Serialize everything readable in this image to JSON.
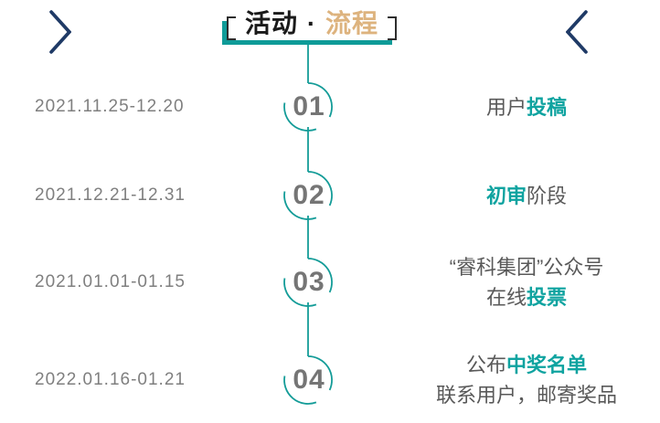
{
  "page": {
    "background": "#ffffff"
  },
  "nav": {
    "left_icon": "chevron-right-icon",
    "right_icon": "chevron-left-icon"
  },
  "title": {
    "part1": "活动",
    "separator": " · ",
    "part2": "流程"
  },
  "colors": {
    "teal_accent": "#0F9B98",
    "teal_line": "#149C98",
    "teal_highlight_text": "#0FA3A0",
    "tan_title_text": "#DDB37E",
    "navy_chevron": "#1F3A66",
    "gray_date_text": "#7F7F7F",
    "gray_number_text": "#757575",
    "dark_body_text": "#595959",
    "title_text": "#1A1A1A"
  },
  "steps": [
    {
      "number": "01",
      "date": "2021.11.25-12.20",
      "lines": [
        [
          {
            "text": "用户",
            "highlight": false
          },
          {
            "text": "投稿",
            "highlight": true
          }
        ]
      ]
    },
    {
      "number": "02",
      "date": "2021.12.21-12.31",
      "lines": [
        [
          {
            "text": "初审",
            "highlight": true
          },
          {
            "text": "阶段",
            "highlight": false
          }
        ]
      ]
    },
    {
      "number": "03",
      "date": "2021.01.01-01.15",
      "lines": [
        [
          {
            "text": "“睿科集团”公众号",
            "highlight": false
          }
        ],
        [
          {
            "text": "在线",
            "highlight": false
          },
          {
            "text": "投票",
            "highlight": true
          }
        ]
      ]
    },
    {
      "number": "04",
      "date": "2022.01.16-01.21",
      "lines": [
        [
          {
            "text": "公布",
            "highlight": false
          },
          {
            "text": "中奖名单",
            "highlight": true
          }
        ],
        [
          {
            "text": "联系用户，邮寄奖品",
            "highlight": false
          }
        ]
      ]
    }
  ]
}
